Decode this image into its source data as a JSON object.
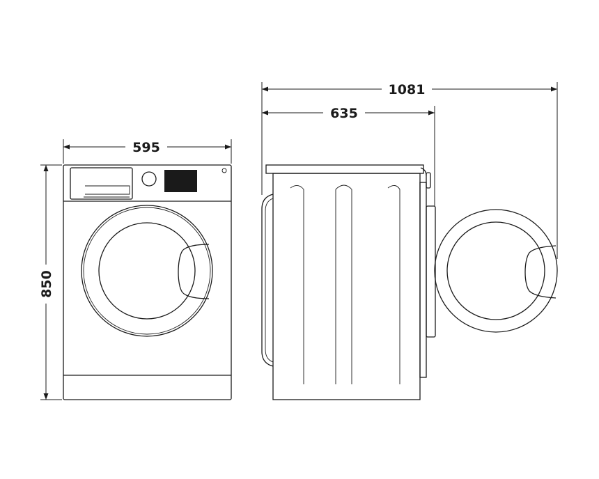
{
  "dimensions": {
    "width": "595",
    "height": "850",
    "depth": "635",
    "depth_door_open": "1081"
  }
}
